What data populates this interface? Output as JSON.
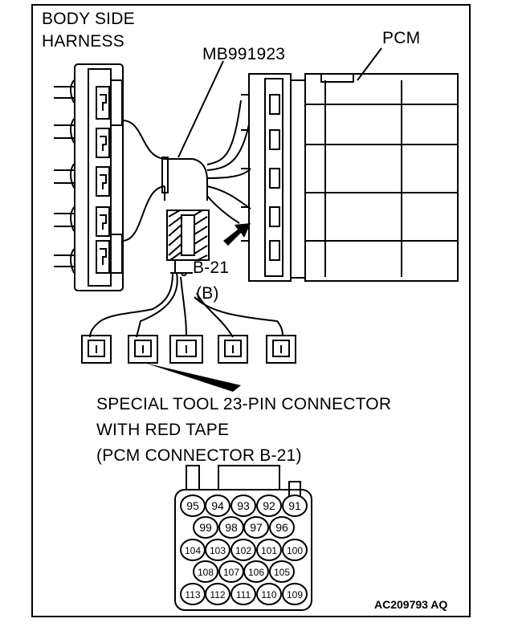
{
  "labels": {
    "body_side_line1": "BODY SIDE",
    "body_side_line2": "HARNESS",
    "tool_id": "MB991923",
    "pcm": "PCM",
    "b21": "B-21",
    "b_paren": "(B)",
    "caption_line1": "SPECIAL TOOL 23-PIN CONNECTOR",
    "caption_line2": "WITH RED TAPE",
    "caption_line3": "(PCM CONNECTOR B-21)",
    "figure_ref": "AC209793 AQ"
  },
  "pin_rows": [
    [
      "95",
      "94",
      "93",
      "92",
      "91"
    ],
    [
      "99",
      "98",
      "97",
      "96"
    ],
    [
      "104",
      "103",
      "102",
      "101",
      "100"
    ],
    [
      "108",
      "107",
      "106",
      "105"
    ],
    [
      "113",
      "112",
      "111",
      "110",
      "109"
    ]
  ]
}
